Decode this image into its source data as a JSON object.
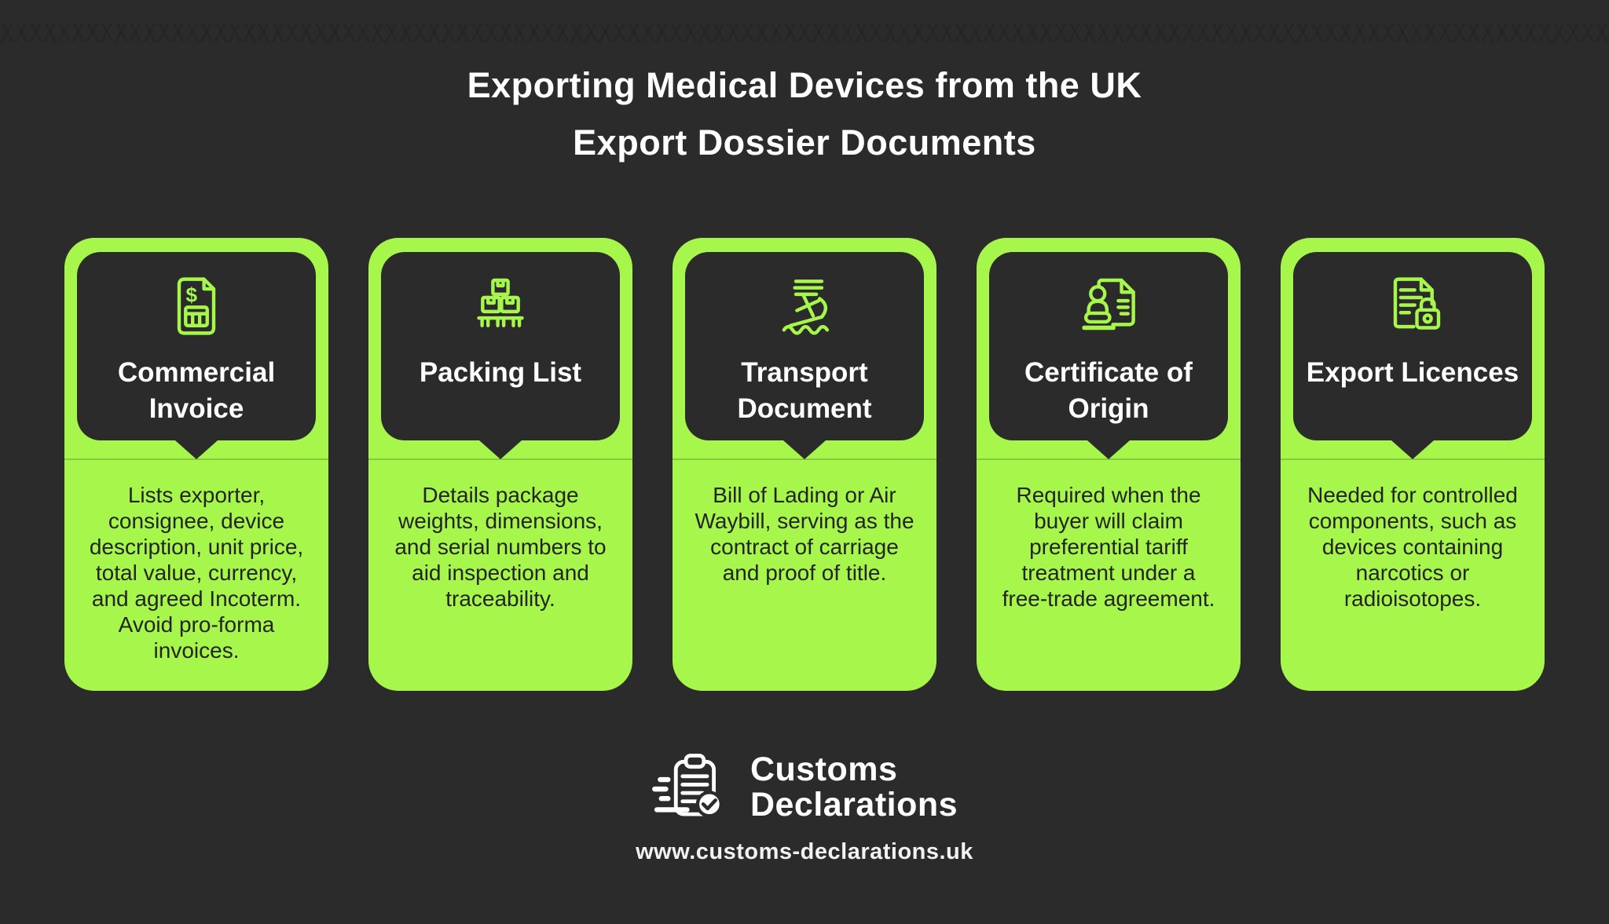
{
  "header": {
    "title_line1": "Exporting Medical Devices from the UK",
    "title_line2": "Export Dossier Documents"
  },
  "cards": [
    {
      "title": "Commercial Invoice",
      "icon": "invoice-dollar-icon",
      "body": "Lists exporter, consignee, device description, unit price, total value, currency, and agreed Incoterm. Avoid pro-forma invoices."
    },
    {
      "title": "Packing List",
      "icon": "pallet-boxes-icon",
      "body": "Details package weights, dimensions, and serial numbers to aid inspection and traceability."
    },
    {
      "title": "Transport Document",
      "icon": "ship-icon",
      "body": "Bill of Lading or Air Waybill, serving as the contract of carriage and proof of title."
    },
    {
      "title": "Certificate of Origin",
      "icon": "stamp-document-icon",
      "body": "Required when the buyer will claim preferential tariff treatment under a free-trade agreement."
    },
    {
      "title": "Export Licences",
      "icon": "document-lock-icon",
      "body": "Needed for controlled components, such as devices containing narcotics or radioisotopes."
    }
  ],
  "footer": {
    "brand_line1": "Customs",
    "brand_line2": "Declarations",
    "website": "www.customs-declarations.uk"
  },
  "colors": {
    "background": "#2b2b2b",
    "accent_green": "#a6f64c",
    "card_header_bg": "#2b2b2b",
    "title_text": "#ffffff",
    "body_text": "#242424"
  }
}
